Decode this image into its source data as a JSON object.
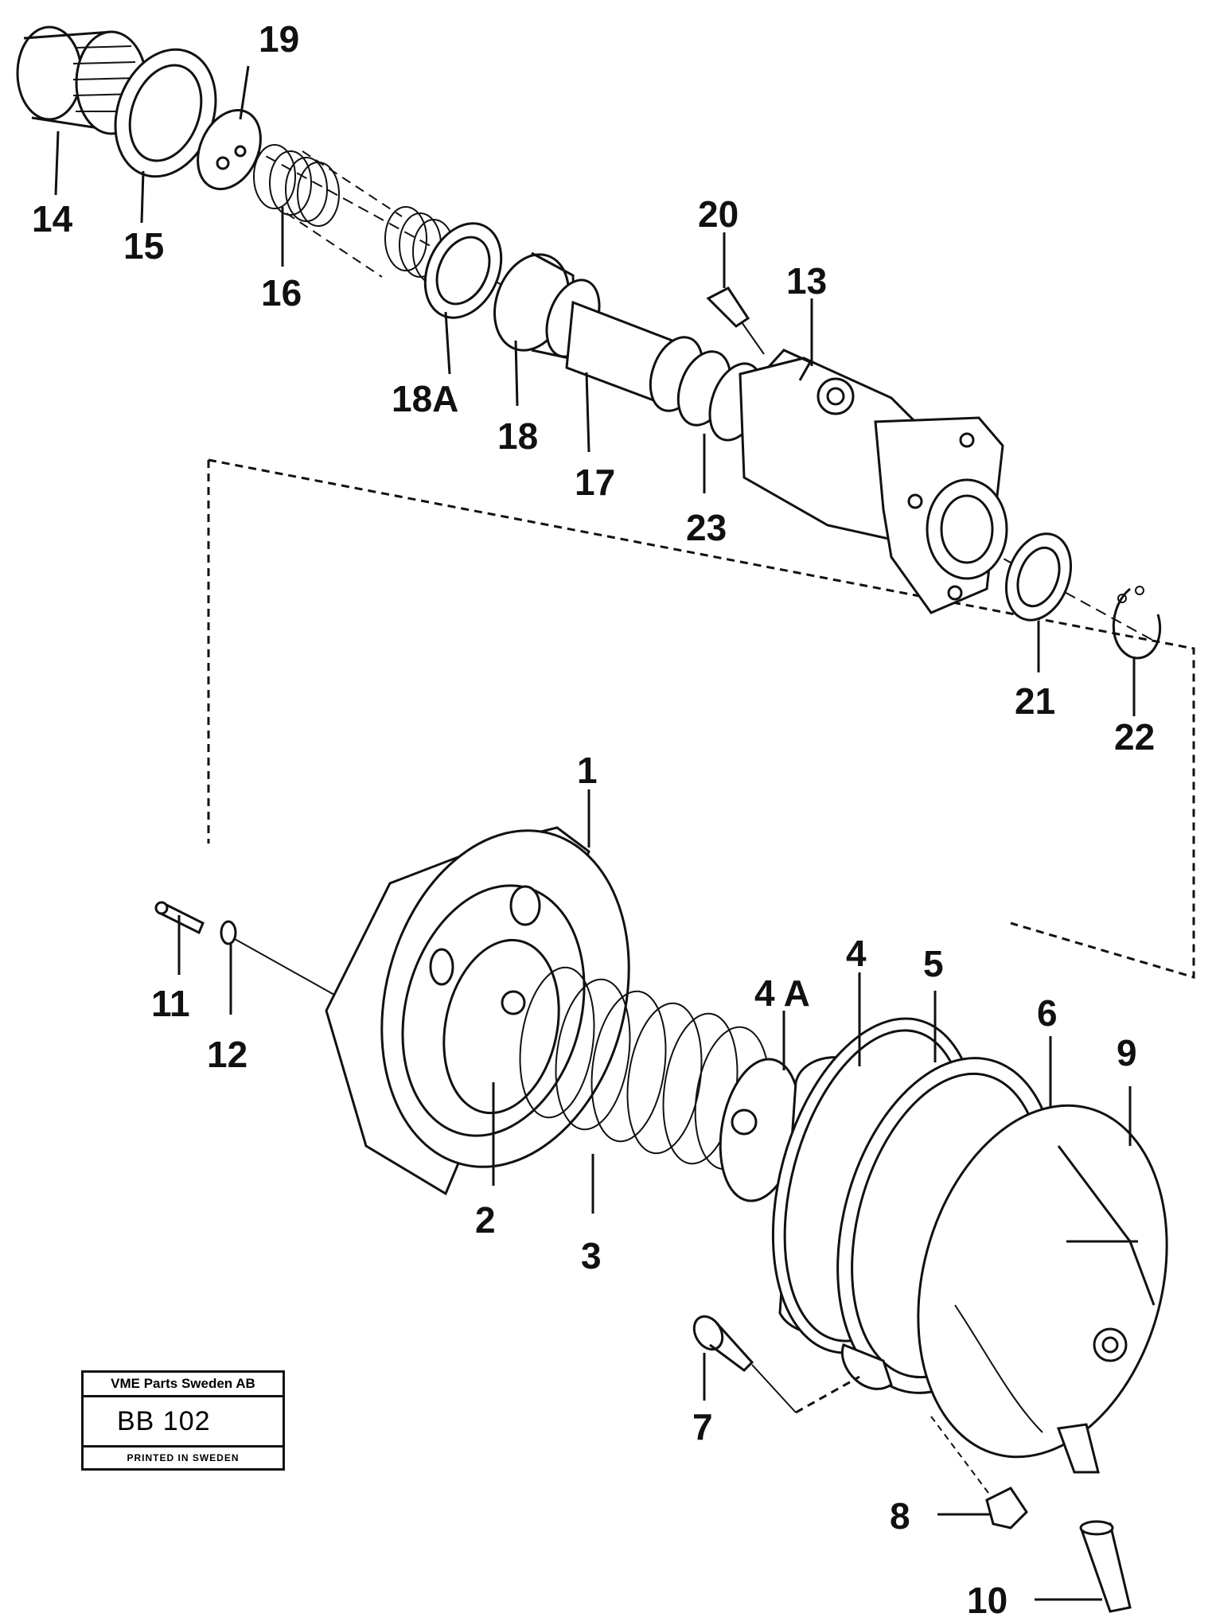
{
  "callouts": {
    "c1": "1",
    "c2": "2",
    "c3": "3",
    "c4": "4",
    "c4a": "4 A",
    "c5": "5",
    "c6": "6",
    "c7": "7",
    "c8": "8",
    "c9": "9",
    "c10": "10",
    "c11": "11",
    "c12": "12",
    "c13": "13",
    "c14": "14",
    "c15": "15",
    "c16": "16",
    "c17": "17",
    "c18": "18",
    "c18a": "18A",
    "c19": "19",
    "c20": "20",
    "c21": "21",
    "c22": "22",
    "c23": "23"
  },
  "stamp": {
    "company": "VME Parts Sweden AB",
    "code": "BB 102",
    "printed": "PRINTED IN SWEDEN"
  }
}
